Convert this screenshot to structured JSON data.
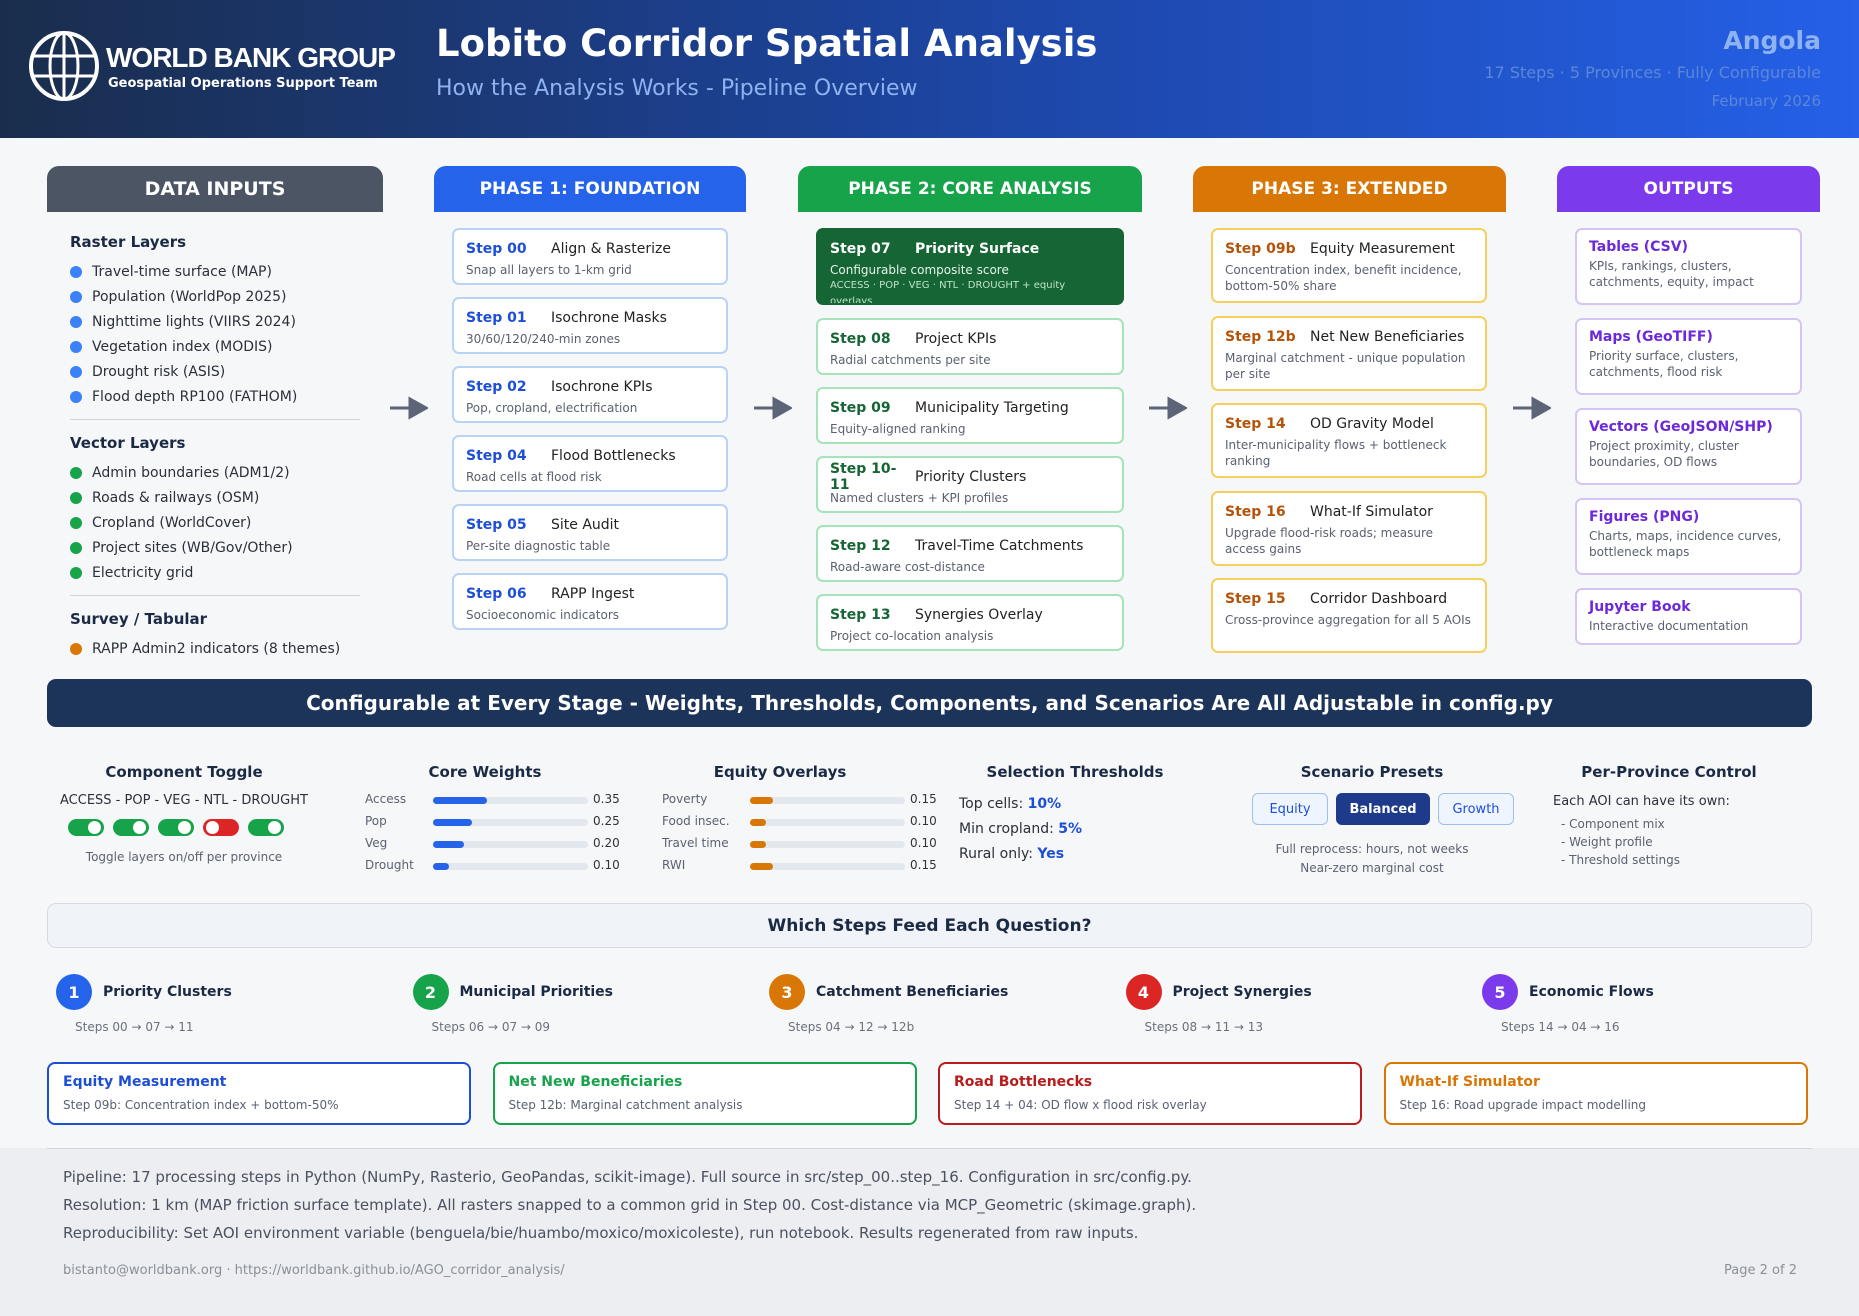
{
  "header": {
    "org_name": "WORLD BANK GROUP",
    "org_team": "Geospatial Operations Support Team",
    "title": "Lobito Corridor Spatial Analysis",
    "subtitle": "How the Analysis Works - Pipeline Overview",
    "country": "Angola",
    "meta": "17 Steps · 5 Provinces · Fully Configurable",
    "date": "February 2026"
  },
  "columns": {
    "inputs": "DATA INPUTS",
    "phase1": "PHASE 1: FOUNDATION",
    "phase2": "PHASE 2: CORE ANALYSIS",
    "phase3": "PHASE 3: EXTENDED",
    "outputs": "OUTPUTS"
  },
  "inputs": {
    "raster_title": "Raster Layers",
    "raster": [
      "Travel-time surface (MAP)",
      "Population (WorldPop 2025)",
      "Nighttime lights (VIIRS 2024)",
      "Vegetation index (MODIS)",
      "Drought risk (ASIS)",
      "Flood depth RP100 (FATHOM)"
    ],
    "vector_title": "Vector Layers",
    "vector": [
      "Admin boundaries (ADM1/2)",
      "Roads & railways (OSM)",
      "Cropland (WorldCover)",
      "Project sites (WB/Gov/Other)",
      "Electricity grid"
    ],
    "survey_title": "Survey / Tabular",
    "survey": [
      "RAPP Admin2 indicators (8 themes)"
    ],
    "colors": {
      "raster": "#3b82f6",
      "vector": "#16a34a",
      "survey": "#d97706"
    }
  },
  "phase1": [
    {
      "step": "Step 00",
      "name": "Align & Rasterize",
      "desc": "Snap all layers to 1-km grid"
    },
    {
      "step": "Step 01",
      "name": "Isochrone Masks",
      "desc": "30/60/120/240-min zones"
    },
    {
      "step": "Step 02",
      "name": "Isochrone KPIs",
      "desc": "Pop, cropland, electrification"
    },
    {
      "step": "Step 04",
      "name": "Flood Bottlenecks",
      "desc": "Road cells at flood risk"
    },
    {
      "step": "Step 05",
      "name": "Site Audit",
      "desc": "Per-site diagnostic table"
    },
    {
      "step": "Step 06",
      "name": "RAPP Ingest",
      "desc": "Socioeconomic indicators"
    }
  ],
  "phase2_highlight": {
    "step": "Step 07",
    "name": "Priority Surface",
    "desc": "Configurable composite score",
    "desc2": "ACCESS · POP · VEG · NTL · DROUGHT + equity overlays"
  },
  "phase2": [
    {
      "step": "Step 08",
      "name": "Project KPIs",
      "desc": "Radial catchments per site"
    },
    {
      "step": "Step 09",
      "name": "Municipality Targeting",
      "desc": "Equity-aligned ranking"
    },
    {
      "step": "Step 10-11",
      "name": "Priority Clusters",
      "desc": "Named clusters + KPI profiles"
    },
    {
      "step": "Step 12",
      "name": "Travel-Time Catchments",
      "desc": "Road-aware cost-distance"
    },
    {
      "step": "Step 13",
      "name": "Synergies Overlay",
      "desc": "Project co-location analysis"
    }
  ],
  "phase3": [
    {
      "step": "Step 09b",
      "name": "Equity Measurement",
      "desc": "Concentration index, benefit incidence, bottom-50% share"
    },
    {
      "step": "Step 12b",
      "name": "Net New Beneficiaries",
      "desc": "Marginal catchment - unique population per site"
    },
    {
      "step": "Step 14",
      "name": "OD Gravity Model",
      "desc": "Inter-municipality flows + bottleneck ranking"
    },
    {
      "step": "Step 16",
      "name": "What-If Simulator",
      "desc": "Upgrade flood-risk roads; measure access gains"
    },
    {
      "step": "Step 15",
      "name": "Corridor Dashboard",
      "desc": "Cross-province aggregation for all 5 AOIs"
    }
  ],
  "outputs": [
    {
      "name": "Tables (CSV)",
      "desc": "KPIs, rankings, clusters, catchments, equity, impact"
    },
    {
      "name": "Maps (GeoTIFF)",
      "desc": "Priority surface, clusters, catchments, flood risk"
    },
    {
      "name": "Vectors (GeoJSON/SHP)",
      "desc": "Project proximity, cluster boundaries, OD flows"
    },
    {
      "name": "Figures (PNG)",
      "desc": "Charts, maps, incidence curves, bottleneck maps"
    },
    {
      "name": "Jupyter Book",
      "desc": "Interactive documentation"
    }
  ],
  "banner": "Configurable at Every Stage - Weights, Thresholds, Components, and Scenarios Are All Adjustable in config.py",
  "config": {
    "toggle_title": "Component Toggle",
    "toggle_components": "ACCESS - POP - VEG - NTL - DROUGHT",
    "toggle_states": [
      true,
      true,
      true,
      false,
      true
    ],
    "toggle_note": "Toggle layers on/off per province",
    "weights_title": "Core Weights",
    "weights": [
      {
        "label": "Access",
        "value": 0.35
      },
      {
        "label": "Pop",
        "value": 0.25
      },
      {
        "label": "Veg",
        "value": 0.2
      },
      {
        "label": "Drought",
        "value": 0.1
      }
    ],
    "weights_text": [
      "0.35",
      "0.25",
      "0.20",
      "0.10"
    ],
    "equity_title": "Equity Overlays",
    "equity": [
      {
        "label": "Poverty",
        "value": 0.15
      },
      {
        "label": "Food insec.",
        "value": 0.1
      },
      {
        "label": "Travel time",
        "value": 0.1
      },
      {
        "label": "RWI",
        "value": 0.15
      }
    ],
    "equity_text": [
      "0.15",
      "0.10",
      "0.10",
      "0.15"
    ],
    "thresholds_title": "Selection Thresholds",
    "thresholds": [
      {
        "label": "Top cells:",
        "value": "10%"
      },
      {
        "label": "Min cropland:",
        "value": "5%"
      },
      {
        "label": "Rural only:",
        "value": "Yes"
      }
    ],
    "presets_title": "Scenario Presets",
    "presets": [
      "Equity",
      "Balanced",
      "Growth"
    ],
    "preset_selected": "Balanced",
    "presets_note1": "Full reprocess: hours, not weeks",
    "presets_note2": "Near-zero marginal cost",
    "province_title": "Per-Province Control",
    "province_intro": "Each AOI can have its own:",
    "province_items": [
      "- Component mix",
      "- Weight profile",
      "- Threshold settings"
    ]
  },
  "questions_title": "Which Steps Feed Each Question?",
  "questions": [
    {
      "num": "1",
      "label": "Priority Clusters",
      "steps": "Steps 00 → 07 → 11",
      "color": "#2563eb"
    },
    {
      "num": "2",
      "label": "Municipal Priorities",
      "steps": "Steps 06 → 07 → 09",
      "color": "#16a34a"
    },
    {
      "num": "3",
      "label": "Catchment Beneficiaries",
      "steps": "Steps 04 → 12 → 12b",
      "color": "#d97706"
    },
    {
      "num": "4",
      "label": "Project Synergies",
      "steps": "Steps 08 → 11 → 13",
      "color": "#dc2626"
    },
    {
      "num": "5",
      "label": "Economic Flows",
      "steps": "Steps 14 → 04 → 16",
      "color": "#7c3aed"
    }
  ],
  "highlights": [
    {
      "title": "Equity Measurement",
      "desc": "Step 09b: Concentration index + bottom-50%",
      "color": "#1d4ed8"
    },
    {
      "title": "Net New Beneficiaries",
      "desc": "Step 12b: Marginal catchment analysis",
      "color": "#16a34a"
    },
    {
      "title": "Road Bottlenecks",
      "desc": "Step 14 + 04: OD flow x flood risk overlay",
      "color": "#b91c1c"
    },
    {
      "title": "What-If Simulator",
      "desc": "Step 16: Road upgrade impact modelling",
      "color": "#d97706"
    }
  ],
  "footer": {
    "line1": "Pipeline: 17 processing steps in Python (NumPy, Rasterio, GeoPandas, scikit-image). Full source in src/step_00..step_16. Configuration in src/config.py.",
    "line2": "Resolution: 1 km (MAP friction surface template). All rasters snapped to a common grid in Step 00. Cost-distance via MCP_Geometric (skimage.graph).",
    "line3": "Reproducibility: Set AOI environment variable (benguela/bie/huambo/moxico/moxicoleste), run notebook. Results regenerated from raw inputs.",
    "contact": "bistanto@worldbank.org · https://worldbank.github.io/AGO_corridor_analysis/",
    "page": "Page 2 of 2"
  }
}
